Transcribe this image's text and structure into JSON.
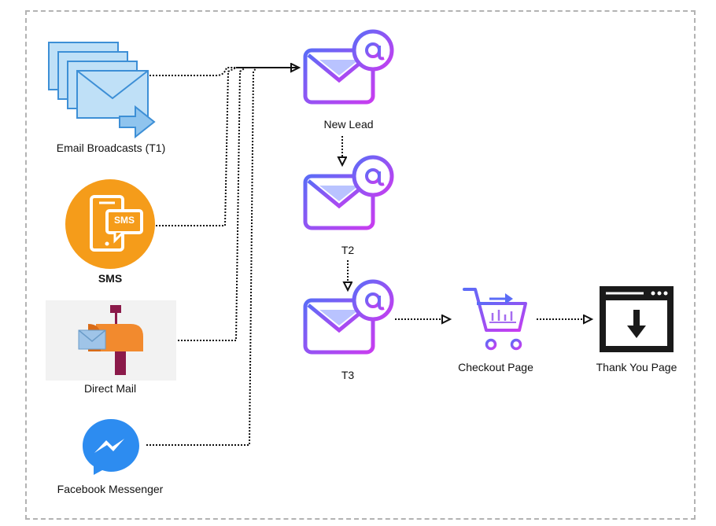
{
  "nodes": {
    "email_broadcasts": {
      "label": "Email Broadcasts (T1)",
      "icon": "email-stack-icon"
    },
    "sms": {
      "label": "SMS",
      "icon": "sms-phone-icon",
      "color": "#f59c1a",
      "badge": "SMS"
    },
    "direct_mail": {
      "label": "Direct Mail",
      "icon": "mailbox-icon",
      "color": "#f28a2e"
    },
    "facebook_messenger": {
      "label": "Facebook Messenger",
      "icon": "messenger-icon",
      "color": "#2d8cf0"
    },
    "new_lead": {
      "label": "New Lead",
      "icon": "email-at-icon"
    },
    "t2": {
      "label": "T2",
      "icon": "email-at-icon"
    },
    "t3": {
      "label": "T3",
      "icon": "email-at-icon"
    },
    "checkout_page": {
      "label": "Checkout Page",
      "icon": "cart-icon"
    },
    "thank_you_page": {
      "label": "Thank You Page",
      "icon": "download-window-icon"
    }
  },
  "edges": [
    {
      "from": "email_broadcasts",
      "to": "new_lead"
    },
    {
      "from": "sms",
      "to": "new_lead"
    },
    {
      "from": "direct_mail",
      "to": "new_lead"
    },
    {
      "from": "facebook_messenger",
      "to": "new_lead"
    },
    {
      "from": "new_lead",
      "to": "t2"
    },
    {
      "from": "t2",
      "to": "t3"
    },
    {
      "from": "t3",
      "to": "checkout_page"
    },
    {
      "from": "checkout_page",
      "to": "thank_you_page"
    }
  ],
  "colors": {
    "email_gradient_start": "#5b6cf7",
    "email_gradient_end": "#c93cf0",
    "email_stack_fill": "#bfe0f7",
    "email_stack_stroke": "#3d8fd6",
    "connector": "#111111"
  }
}
